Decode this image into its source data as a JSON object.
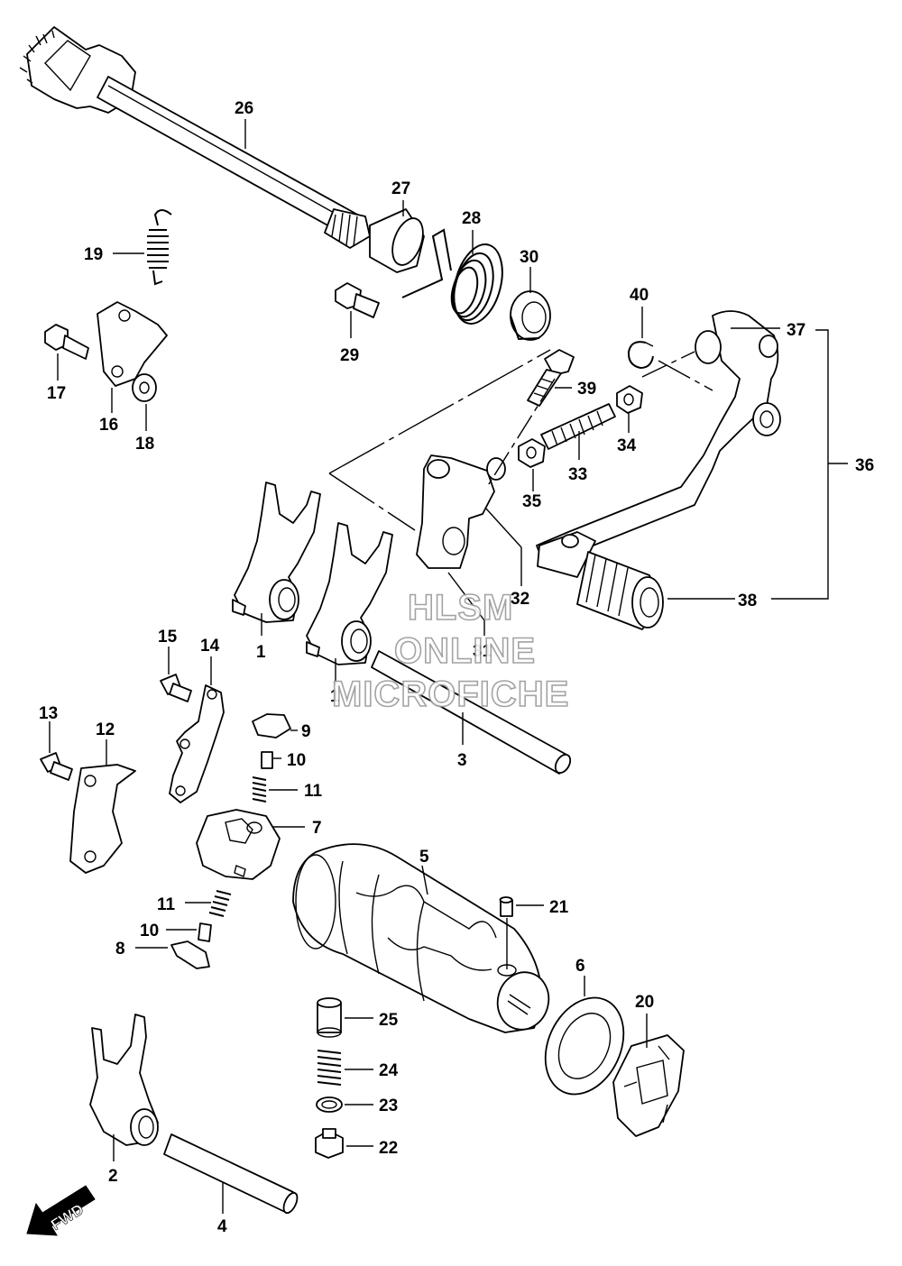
{
  "watermark": {
    "line1": "HLSM",
    "line2": "ONLINE",
    "line3": "MICROFICHE"
  },
  "direction_arrow": {
    "text": "FWD"
  },
  "labels": {
    "p1a": "1",
    "p1b": "1",
    "p2": "2",
    "p3": "3",
    "p4": "4",
    "p5": "5",
    "p6": "6",
    "p7": "7",
    "p8": "8",
    "p9": "9",
    "p10a": "10",
    "p10b": "10",
    "p11a": "11",
    "p11b": "11",
    "p12": "12",
    "p13": "13",
    "p14": "14",
    "p15": "15",
    "p16": "16",
    "p17": "17",
    "p18": "18",
    "p19": "19",
    "p20": "20",
    "p21": "21",
    "p22": "22",
    "p23": "23",
    "p24": "24",
    "p25": "25",
    "p26": "26",
    "p27": "27",
    "p28": "28",
    "p29": "29",
    "p30": "30",
    "p31": "31",
    "p32": "32",
    "p33": "33",
    "p34": "34",
    "p35": "35",
    "p36": "36",
    "p37": "37",
    "p38": "38",
    "p39": "39",
    "p40": "40"
  }
}
